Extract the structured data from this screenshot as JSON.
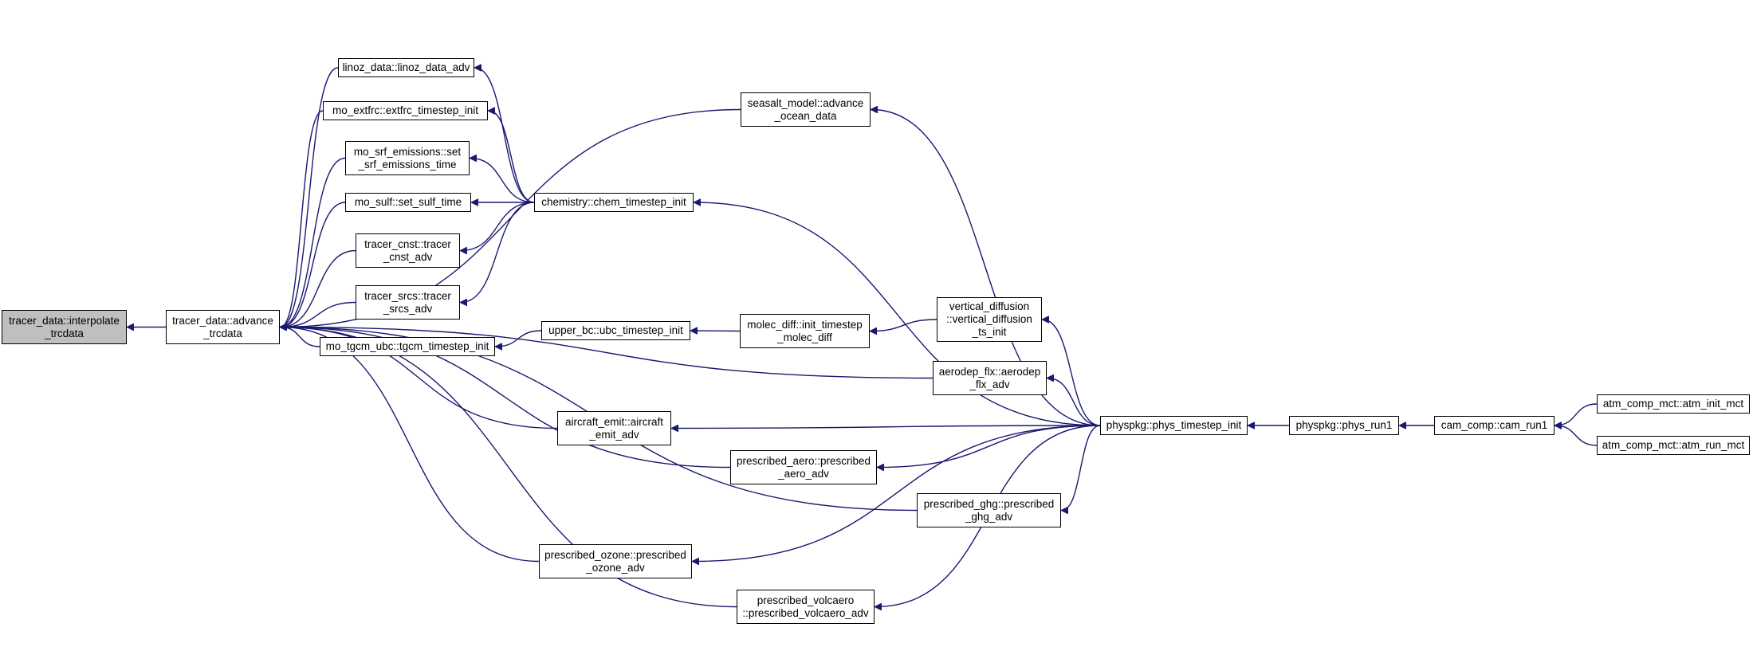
{
  "graph": {
    "edge_color": "#191970",
    "root_fill": "#bfbfbf",
    "nodes": [
      {
        "id": "interp",
        "label": "tracer_data::interpolate\n_trcdata",
        "root": true
      },
      {
        "id": "advance",
        "label": "tracer_data::advance\n_trcdata"
      },
      {
        "id": "linoz",
        "label": "linoz_data::linoz_data_adv"
      },
      {
        "id": "extfrc",
        "label": "mo_extfrc::extfrc_timestep_init"
      },
      {
        "id": "srfem",
        "label": "mo_srf_emissions::set\n_srf_emissions_time"
      },
      {
        "id": "sulf",
        "label": "mo_sulf::set_sulf_time"
      },
      {
        "id": "cnst",
        "label": "tracer_cnst::tracer\n_cnst_adv"
      },
      {
        "id": "srcs",
        "label": "tracer_srcs::tracer\n_srcs_adv"
      },
      {
        "id": "tgcm",
        "label": "mo_tgcm_ubc::tgcm_timestep_init"
      },
      {
        "id": "seasalt",
        "label": "seasalt_model::advance\n_ocean_data"
      },
      {
        "id": "chem",
        "label": "chemistry::chem_timestep_init"
      },
      {
        "id": "ubc",
        "label": "upper_bc::ubc_timestep_init"
      },
      {
        "id": "molec",
        "label": "molec_diff::init_timestep\n_molec_diff"
      },
      {
        "id": "vdiff",
        "label": "vertical_diffusion\n::vertical_diffusion\n_ts_init"
      },
      {
        "id": "aerodep",
        "label": "aerodep_flx::aerodep\n_flx_adv"
      },
      {
        "id": "aircraft",
        "label": "aircraft_emit::aircraft\n_emit_adv"
      },
      {
        "id": "paero",
        "label": "prescribed_aero::prescribed\n_aero_adv"
      },
      {
        "id": "pghg",
        "label": "prescribed_ghg::prescribed\n_ghg_adv"
      },
      {
        "id": "pozone",
        "label": "prescribed_ozone::prescribed\n_ozone_adv"
      },
      {
        "id": "pvolc",
        "label": "prescribed_volcaero\n::prescribed_volcaero_adv"
      },
      {
        "id": "physts",
        "label": "physpkg::phys_timestep_init"
      },
      {
        "id": "physrun",
        "label": "physpkg::phys_run1"
      },
      {
        "id": "camrun",
        "label": "cam_comp::cam_run1"
      },
      {
        "id": "atminit",
        "label": "atm_comp_mct::atm_init_mct"
      },
      {
        "id": "atmrun",
        "label": "atm_comp_mct::atm_run_mct"
      }
    ],
    "edges": [
      [
        "advance",
        "interp"
      ],
      [
        "linoz",
        "advance"
      ],
      [
        "extfrc",
        "advance"
      ],
      [
        "srfem",
        "advance"
      ],
      [
        "sulf",
        "advance"
      ],
      [
        "cnst",
        "advance"
      ],
      [
        "srcs",
        "advance"
      ],
      [
        "tgcm",
        "advance"
      ],
      [
        "seasalt",
        "advance"
      ],
      [
        "aerodep",
        "advance"
      ],
      [
        "aircraft",
        "advance"
      ],
      [
        "paero",
        "advance"
      ],
      [
        "pghg",
        "advance"
      ],
      [
        "pozone",
        "advance"
      ],
      [
        "pvolc",
        "advance"
      ],
      [
        "chem",
        "linoz"
      ],
      [
        "chem",
        "extfrc"
      ],
      [
        "chem",
        "srfem"
      ],
      [
        "chem",
        "sulf"
      ],
      [
        "chem",
        "cnst"
      ],
      [
        "chem",
        "srcs"
      ],
      [
        "ubc",
        "tgcm"
      ],
      [
        "molec",
        "ubc"
      ],
      [
        "vdiff",
        "molec"
      ],
      [
        "physts",
        "seasalt"
      ],
      [
        "physts",
        "chem"
      ],
      [
        "physts",
        "vdiff"
      ],
      [
        "physts",
        "aerodep"
      ],
      [
        "physts",
        "aircraft"
      ],
      [
        "physts",
        "paero"
      ],
      [
        "physts",
        "pghg"
      ],
      [
        "physts",
        "pozone"
      ],
      [
        "physts",
        "pvolc"
      ],
      [
        "physrun",
        "physts"
      ],
      [
        "camrun",
        "physrun"
      ],
      [
        "atminit",
        "camrun"
      ],
      [
        "atmrun",
        "camrun"
      ]
    ]
  }
}
